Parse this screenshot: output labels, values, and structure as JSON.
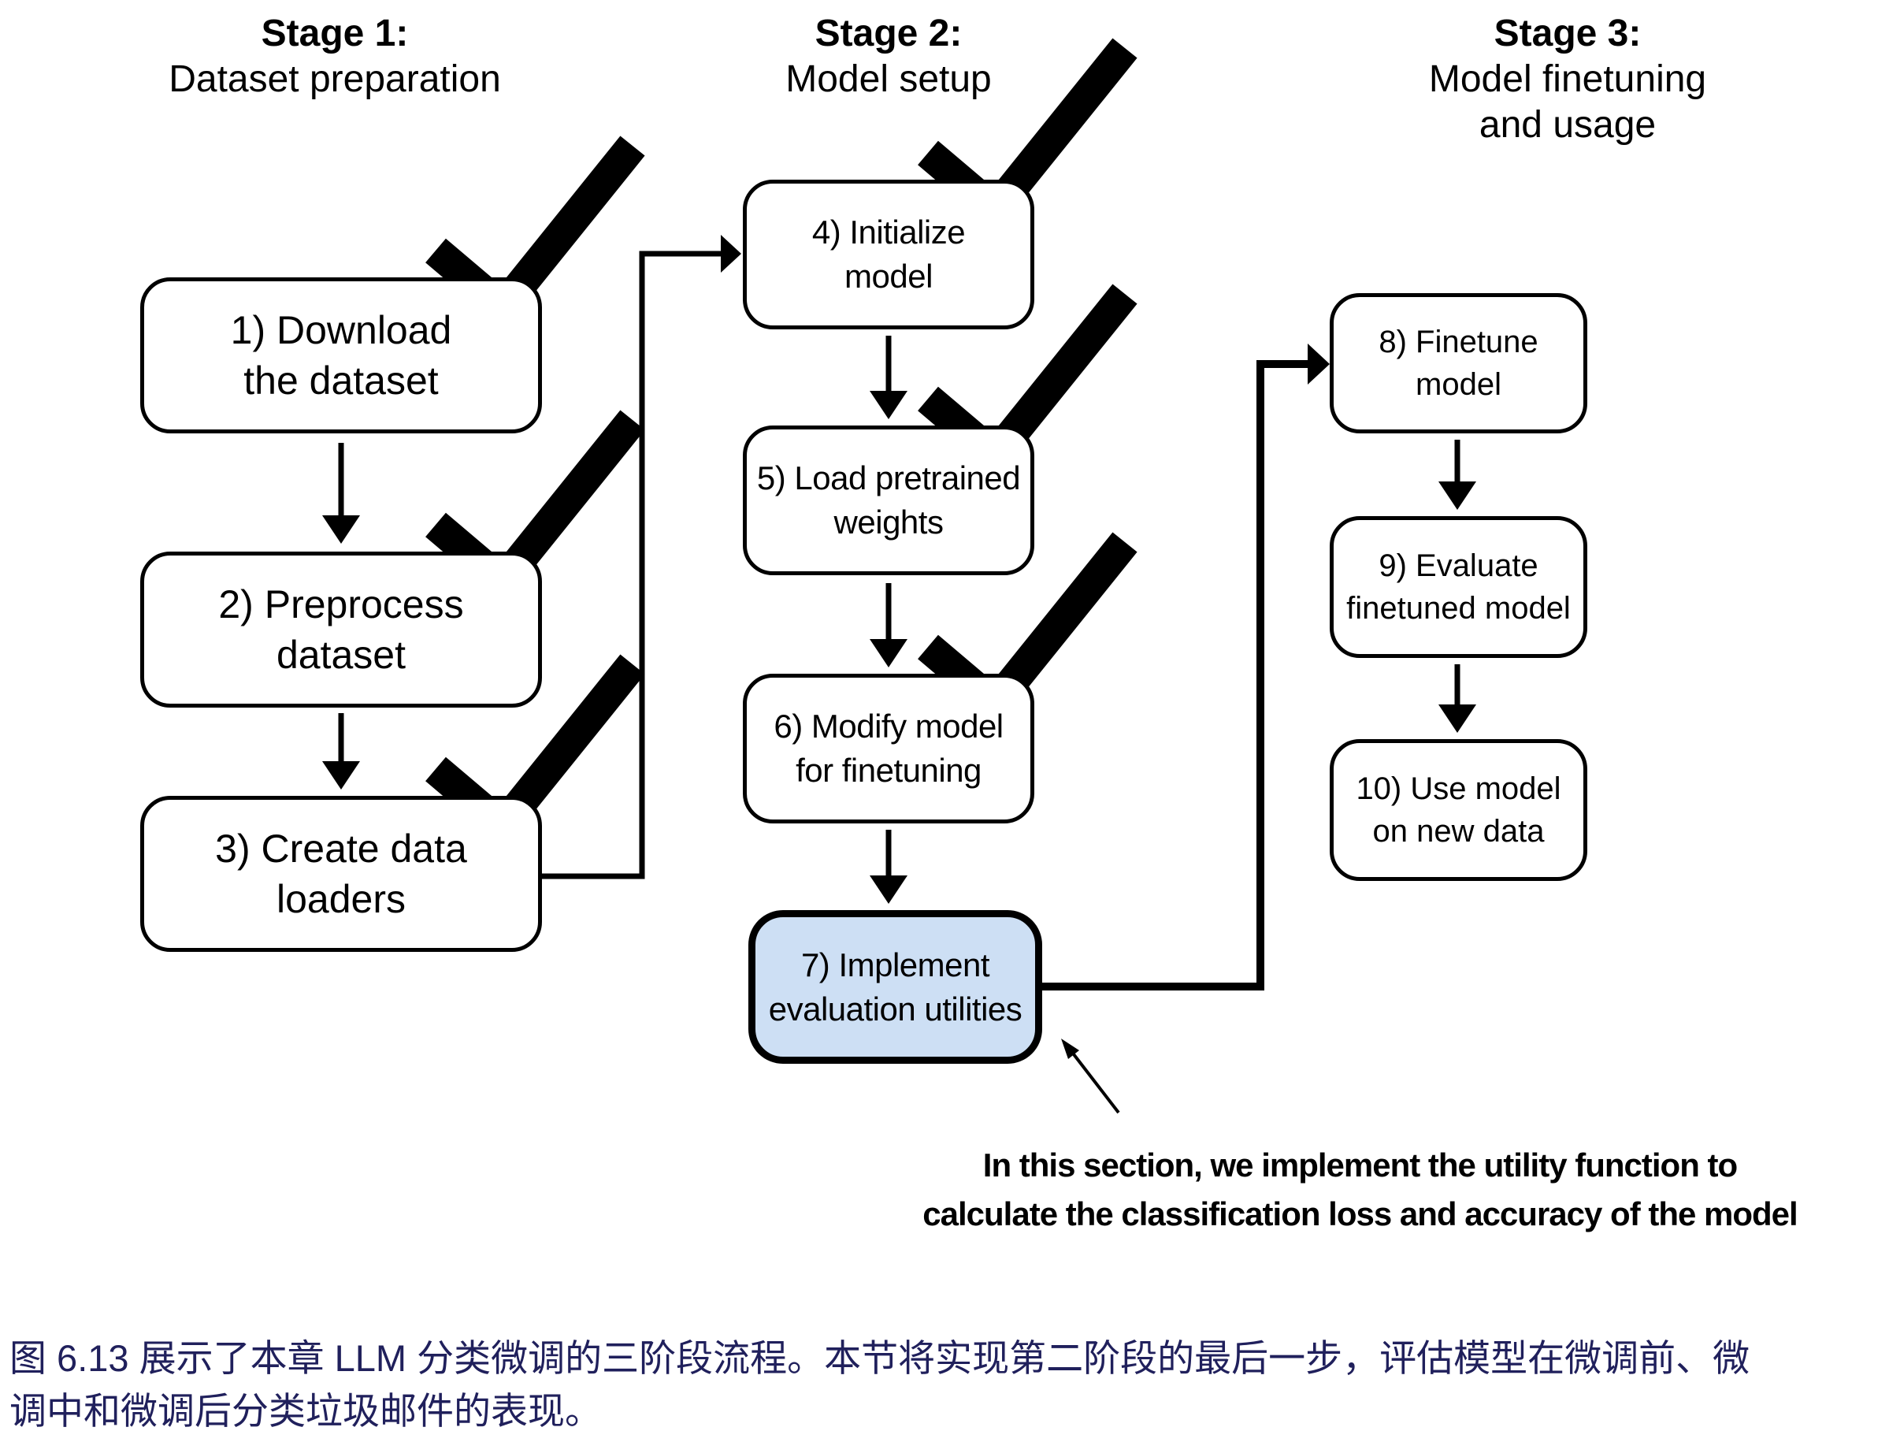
{
  "figure": {
    "stages": [
      {
        "title": "Stage 1:",
        "subtitle1": "Dataset preparation",
        "subtitle2": ""
      },
      {
        "title": "Stage 2:",
        "subtitle1": "Model setup",
        "subtitle2": ""
      },
      {
        "title": "Stage 3:",
        "subtitle1": "Model finetuning",
        "subtitle2": "and usage"
      }
    ],
    "boxes": [
      {
        "label": "1) Download\nthe dataset",
        "checked": true,
        "highlighted": false
      },
      {
        "label": "2) Preprocess\ndataset",
        "checked": true,
        "highlighted": false
      },
      {
        "label": "3) Create data\nloaders",
        "checked": true,
        "highlighted": false
      },
      {
        "label": "4) Initialize\nmodel",
        "checked": true,
        "highlighted": false
      },
      {
        "label": "5) Load pretrained\nweights",
        "checked": true,
        "highlighted": false
      },
      {
        "label": "6) Modify model\nfor finetuning",
        "checked": true,
        "highlighted": false
      },
      {
        "label": "7) Implement\nevaluation utilities",
        "checked": false,
        "highlighted": true
      },
      {
        "label": "8) Finetune model",
        "checked": false,
        "highlighted": false
      },
      {
        "label": "9) Evaluate\nfinetuned model",
        "checked": false,
        "highlighted": false
      },
      {
        "label": "10) Use model\non new data",
        "checked": false,
        "highlighted": false
      }
    ],
    "annotation": {
      "line1": "In this section, we implement the utility function to",
      "line2": "calculate the classification loss and accuracy of the model"
    },
    "colors": {
      "highlight_fill": "#cddff4",
      "ink": "#000000",
      "caption": "#20205c",
      "background": "#ffffff"
    }
  },
  "caption": {
    "line1": "图 6.13 展示了本章 LLM 分类微调的三阶段流程。本节将实现第二阶段的最后一步，评估模型在微调前、微",
    "line2": "调中和微调后分类垃圾邮件的表现。"
  }
}
